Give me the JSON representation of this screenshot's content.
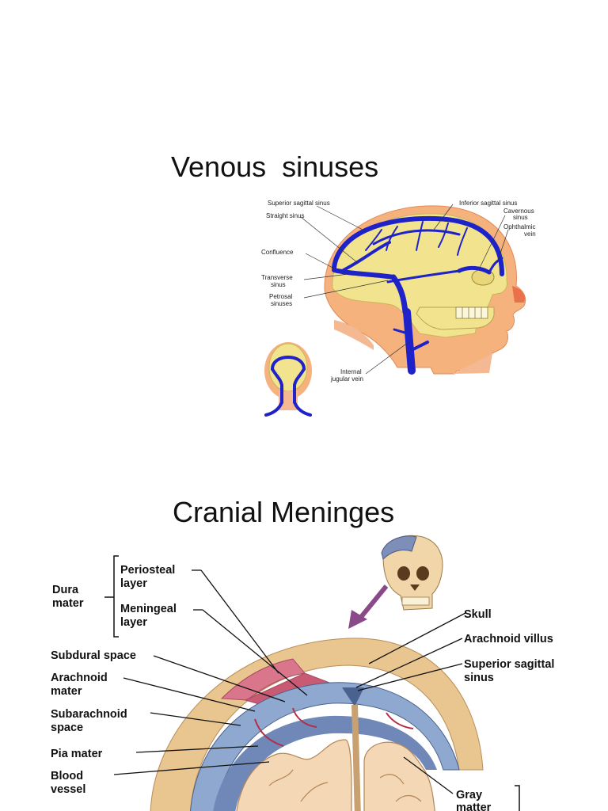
{
  "slides": [
    {
      "title": "Venous  sinuses",
      "figure": {
        "labels_left": [
          "Superior sagittal sinus",
          "Straight sinus",
          "Confluence",
          "Transverse",
          "sinus",
          "Petrosal",
          "sinuses"
        ],
        "labels_right": [
          "Inferior sagittal sinus",
          "Cavernous",
          "sinus",
          "Ophthalmic",
          "vein"
        ],
        "labels_bottom": [
          "Internal",
          "jugular vein"
        ]
      }
    },
    {
      "title": "Cranial Meninges",
      "figure": {
        "left_labels": {
          "dura": [
            "Dura",
            "mater"
          ],
          "periosteal": [
            "Periosteal",
            "layer"
          ],
          "meningeal": [
            "Meningeal",
            "layer"
          ],
          "subdural": [
            "Subdural space"
          ],
          "arachnoid": [
            "Arachnoid",
            "mater"
          ],
          "subarachnoid": [
            "Subarachnoid",
            "space"
          ],
          "pia": [
            "Pia mater"
          ],
          "blood": [
            "Blood",
            "vessel"
          ]
        },
        "right_labels": {
          "skull": [
            "Skull"
          ],
          "villus": [
            "Arachnoid villus"
          ],
          "sss": [
            "Superior sagittal",
            "sinus"
          ],
          "gray": [
            "Gray",
            "matter"
          ]
        }
      }
    }
  ]
}
